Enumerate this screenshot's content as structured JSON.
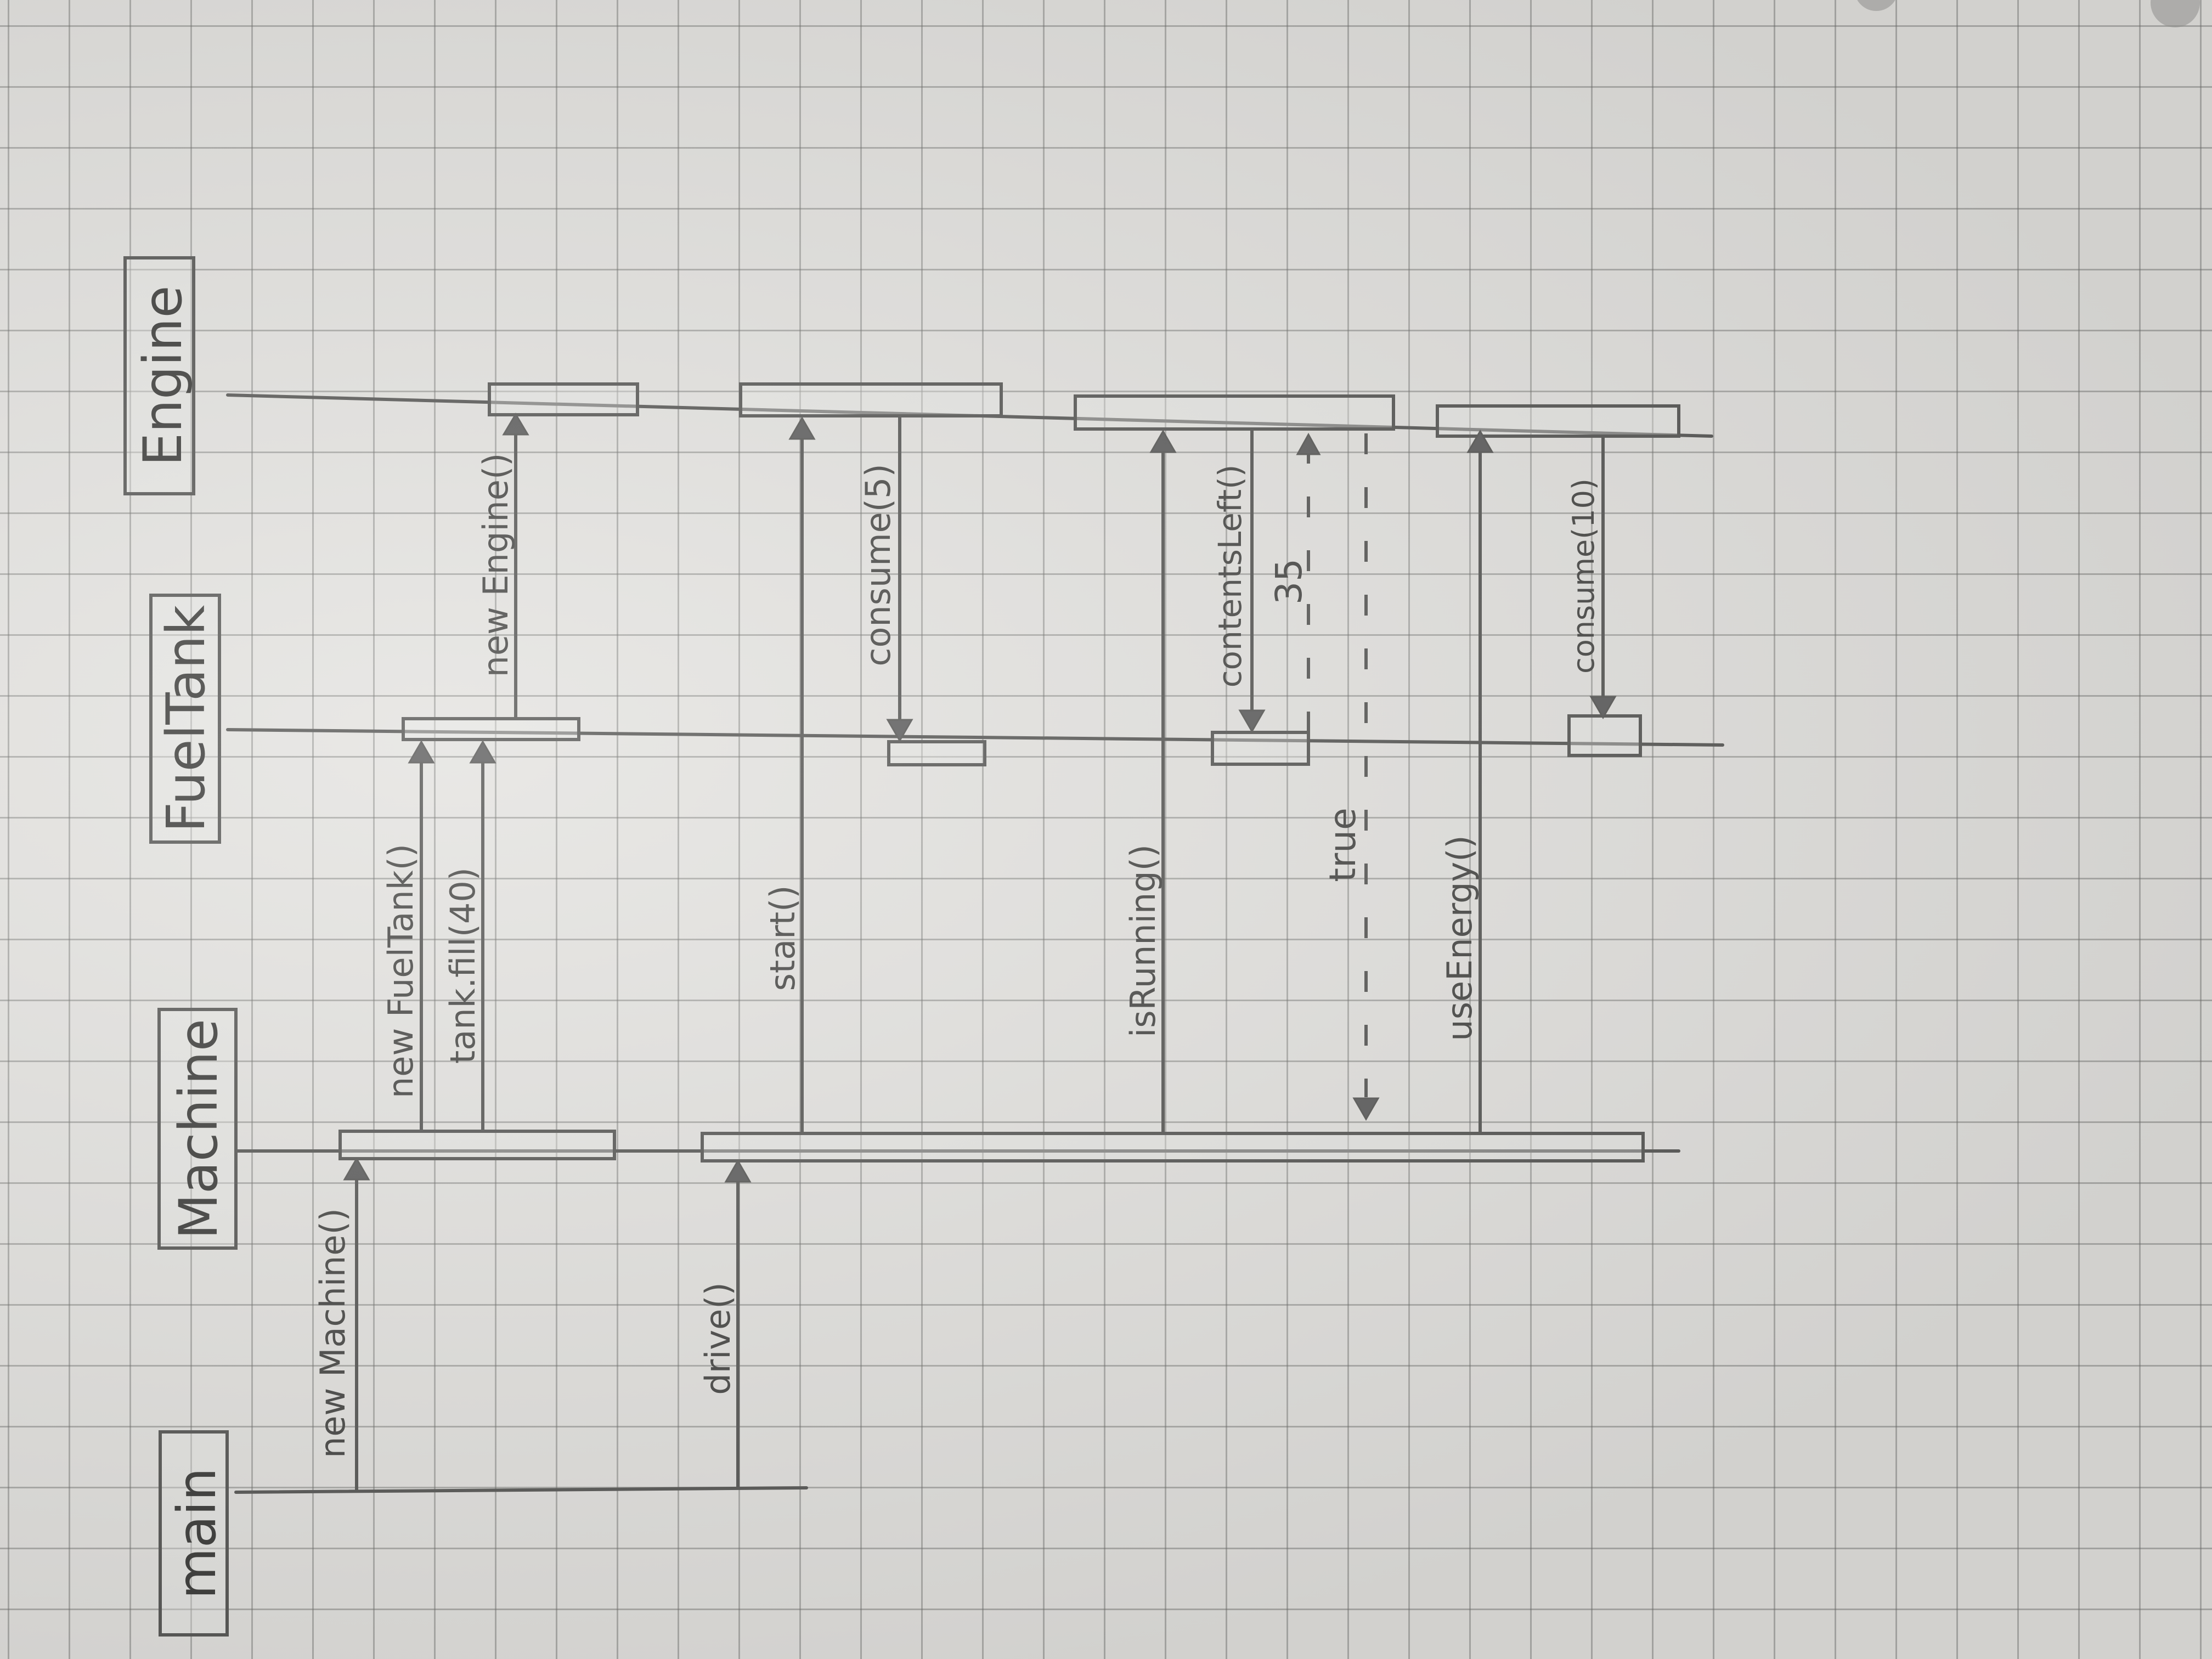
{
  "diagram": {
    "type": "sequence-diagram",
    "participants": [
      {
        "id": "main",
        "label": "main"
      },
      {
        "id": "machine",
        "label": "Machine"
      },
      {
        "id": "fueltank",
        "label": "FuelTank"
      },
      {
        "id": "engine",
        "label": "Engine"
      }
    ],
    "messages": [
      {
        "from": "main",
        "to": "machine",
        "label": "new Machine()",
        "kind": "call"
      },
      {
        "from": "machine",
        "to": "fueltank",
        "label": "new FuelTank()",
        "kind": "call"
      },
      {
        "from": "machine",
        "to": "fueltank",
        "label": "tank.fill(40)",
        "kind": "call"
      },
      {
        "from": "fueltank",
        "to": "engine",
        "label": "new Engine()",
        "kind": "call"
      },
      {
        "from": "main",
        "to": "machine",
        "label": "drive()",
        "kind": "call"
      },
      {
        "from": "machine",
        "to": "engine",
        "label": "start()",
        "kind": "call"
      },
      {
        "from": "engine",
        "to": "fueltank",
        "label": "consume(5)",
        "kind": "call"
      },
      {
        "from": "machine",
        "to": "engine",
        "label": "isRunning()",
        "kind": "call"
      },
      {
        "from": "engine",
        "to": "fueltank",
        "label": "contentsLeft()",
        "kind": "call"
      },
      {
        "from": "fueltank",
        "to": "engine",
        "label": "35",
        "kind": "return"
      },
      {
        "from": "engine",
        "to": "machine",
        "label": "true",
        "kind": "return"
      },
      {
        "from": "machine",
        "to": "engine",
        "label": "useEnergy()",
        "kind": "call"
      },
      {
        "from": "engine",
        "to": "fueltank",
        "label": "consume(10)",
        "kind": "call"
      }
    ]
  }
}
